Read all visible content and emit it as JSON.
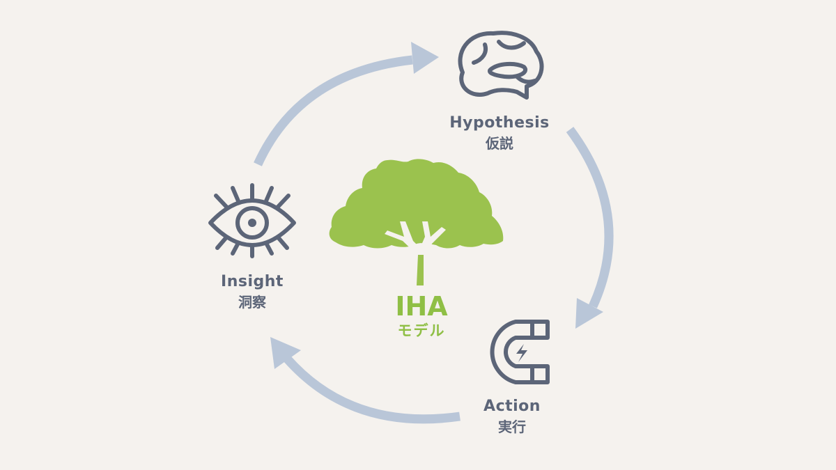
{
  "colors": {
    "background": "#f5f2ee",
    "arrow": "#b9c6d8",
    "icon_stroke": "#5c6578",
    "label_text": "#5c6578",
    "tree": "#9bc24e",
    "center_text": "#8fbf45"
  },
  "center": {
    "icon": "tree-icon",
    "title": "IHA",
    "subtitle": "モデル"
  },
  "nodes": [
    {
      "id": "hypothesis",
      "icon": "brain-icon",
      "label_en": "Hypothesis",
      "label_ja": "仮説"
    },
    {
      "id": "action",
      "icon": "magnet-icon",
      "label_en": "Action",
      "label_ja": "実行"
    },
    {
      "id": "insight",
      "icon": "eye-icon",
      "label_en": "Insight",
      "label_ja": "洞察"
    }
  ]
}
